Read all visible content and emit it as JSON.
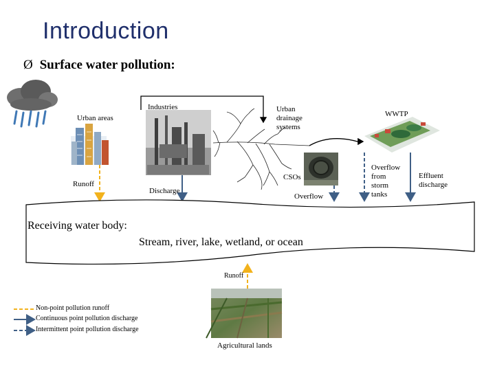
{
  "title": "Introduction",
  "bullet": {
    "marker": "Ø",
    "text": "Surface water pollution:"
  },
  "labels": {
    "urban_areas": "Urban areas",
    "industries": "Industries",
    "urban_drainage": [
      "Urban",
      "drainage",
      "systems"
    ],
    "wwtp": "WWTP",
    "runoff_top": "Runoff",
    "discharge": "Discharge",
    "csos": "CSOs",
    "overflow": "Overflow",
    "overflow_storm": [
      "Overflow",
      "from",
      "storm",
      "tanks"
    ],
    "effluent": [
      "Effluent",
      "discharge"
    ],
    "receiving": "Receiving water body:",
    "water_types": "Stream, river, lake, wetland, or ocean",
    "runoff_bottom": "Runoff",
    "agricultural": "Agricultural lands"
  },
  "legend": [
    {
      "label": "Non-point pollution runoff",
      "color": "#f2b21c",
      "style": "dashed"
    },
    {
      "label": "Continuous point pollution discharge",
      "color": "#3f5f86",
      "style": "solid"
    },
    {
      "label": "Intermittent point pollution discharge",
      "color": "#3f5f86",
      "style": "dashed"
    }
  ],
  "colors": {
    "title": "#1f2f6b",
    "runoff": "#f2b21c",
    "discharge": "#3f5f86"
  }
}
